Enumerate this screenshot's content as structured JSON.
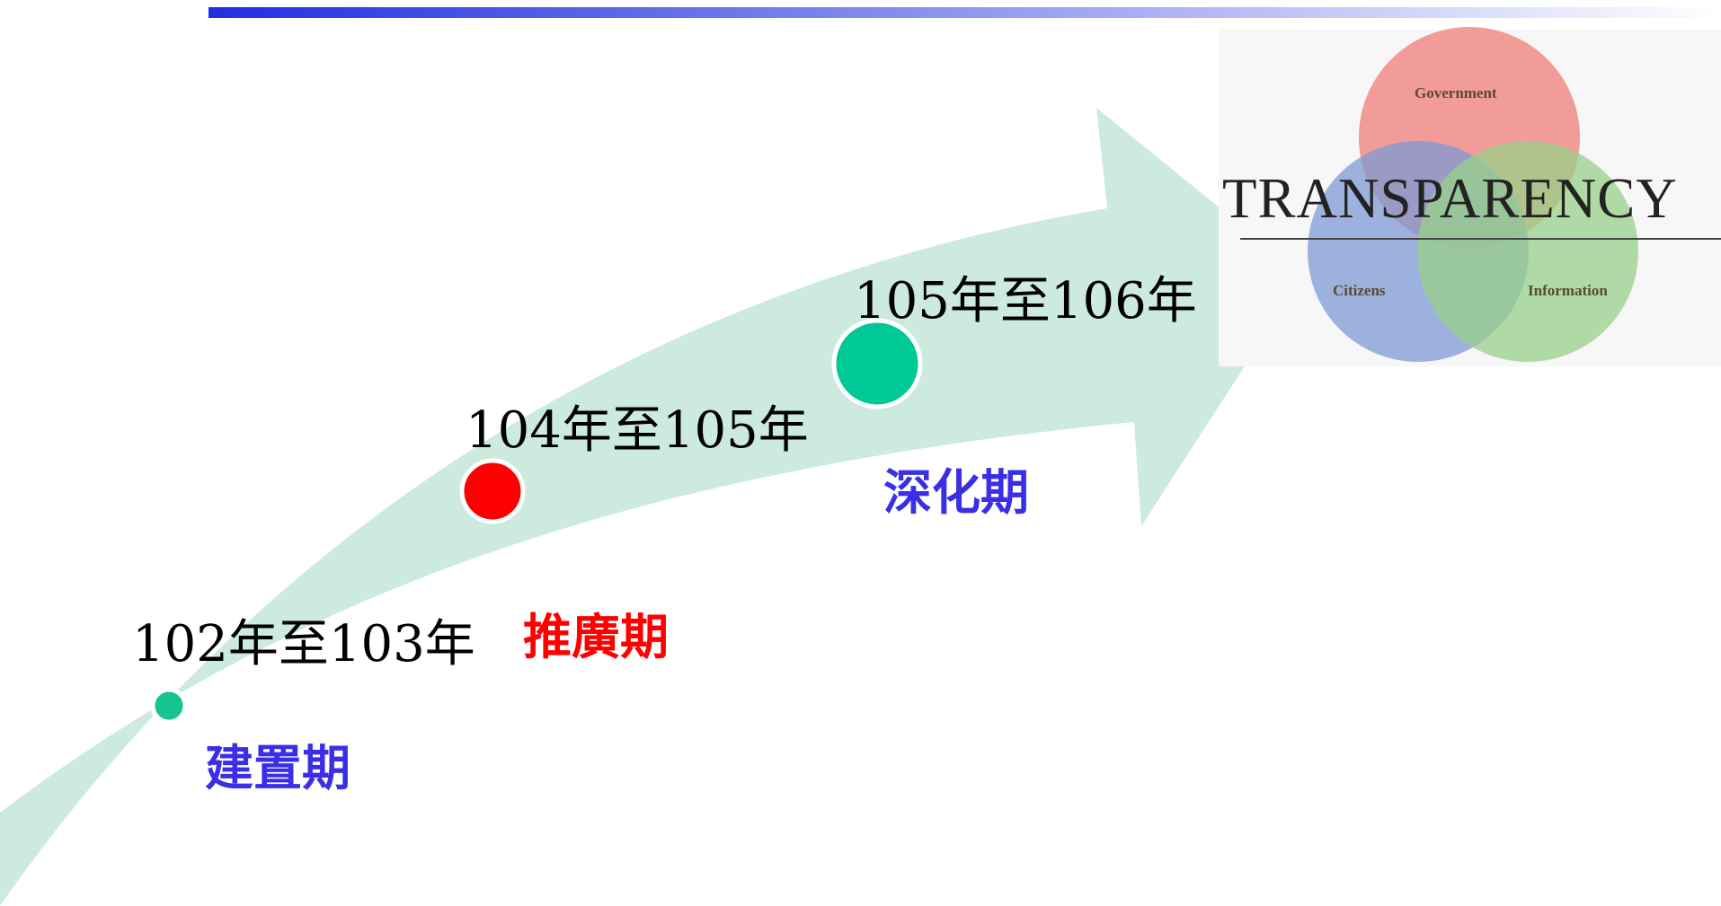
{
  "header": {
    "gradient_start": "#1f2fe0",
    "gradient_end": "#ffffff"
  },
  "arrow": {
    "color": "#cdeade"
  },
  "stages": [
    {
      "period": "102年至103年",
      "phase": "建置期",
      "dot_color": "#16c490",
      "phase_color": "#3b2fe6"
    },
    {
      "period": "104年至105年",
      "phase": "推廣期",
      "dot_color": "#ff0000",
      "phase_color": "#ff0000"
    },
    {
      "period": "105年至106年",
      "phase": "深化期",
      "dot_color": "#00c896",
      "phase_color": "#3b2fe6"
    }
  ],
  "logo": {
    "word": "TRANSPARENCY",
    "circle_top": "Government",
    "circle_left": "Citizens",
    "circle_right": "Information",
    "colors": {
      "government": "#f08c88",
      "citizens": "#7e99d4",
      "information": "#98d08a"
    }
  }
}
